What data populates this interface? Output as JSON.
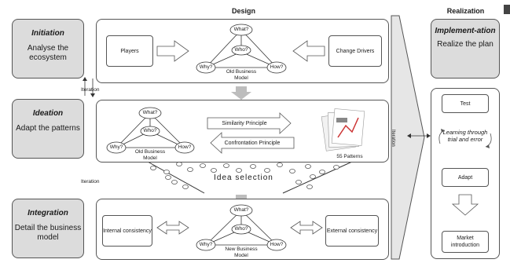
{
  "headers": {
    "design": "Design",
    "realization": "Realization"
  },
  "phases": {
    "initiation": {
      "title": "Initiation",
      "desc": "Analyse the ecosystem"
    },
    "ideation": {
      "title": "Ideation",
      "desc": "Adapt the patterns"
    },
    "integration": {
      "title": "Integration",
      "desc": "Detail the business model"
    },
    "implementation": {
      "title": "Implement-ation",
      "desc": "Realize the plan"
    }
  },
  "triangle": {
    "what": "What?",
    "who": "Who?",
    "why": "Why?",
    "how": "How?"
  },
  "models": {
    "old": "Old Business Model",
    "new": "New Business Model"
  },
  "initiation_panel": {
    "players": "Players",
    "change_drivers": "Change Drivers"
  },
  "ideation_panel": {
    "similarity": "Similarity Principle",
    "confrontation": "Confrontation Principle",
    "patterns": "55 Patterns"
  },
  "integration_panel": {
    "internal": "Internal consistency",
    "external": "External consistency"
  },
  "iteration": {
    "top": "Iteration",
    "mid": "Iteration",
    "vertical": "Iteration"
  },
  "idea_selection": "Idea selection",
  "realization": {
    "test": "Test",
    "learning": "Learning through trial and error",
    "adapt": "Adapt",
    "market": "Market introduction"
  },
  "colors": {
    "phase_fill": "#dcdcdc",
    "stroke": "#555555",
    "arrow_fill": "#bdbdbd"
  }
}
